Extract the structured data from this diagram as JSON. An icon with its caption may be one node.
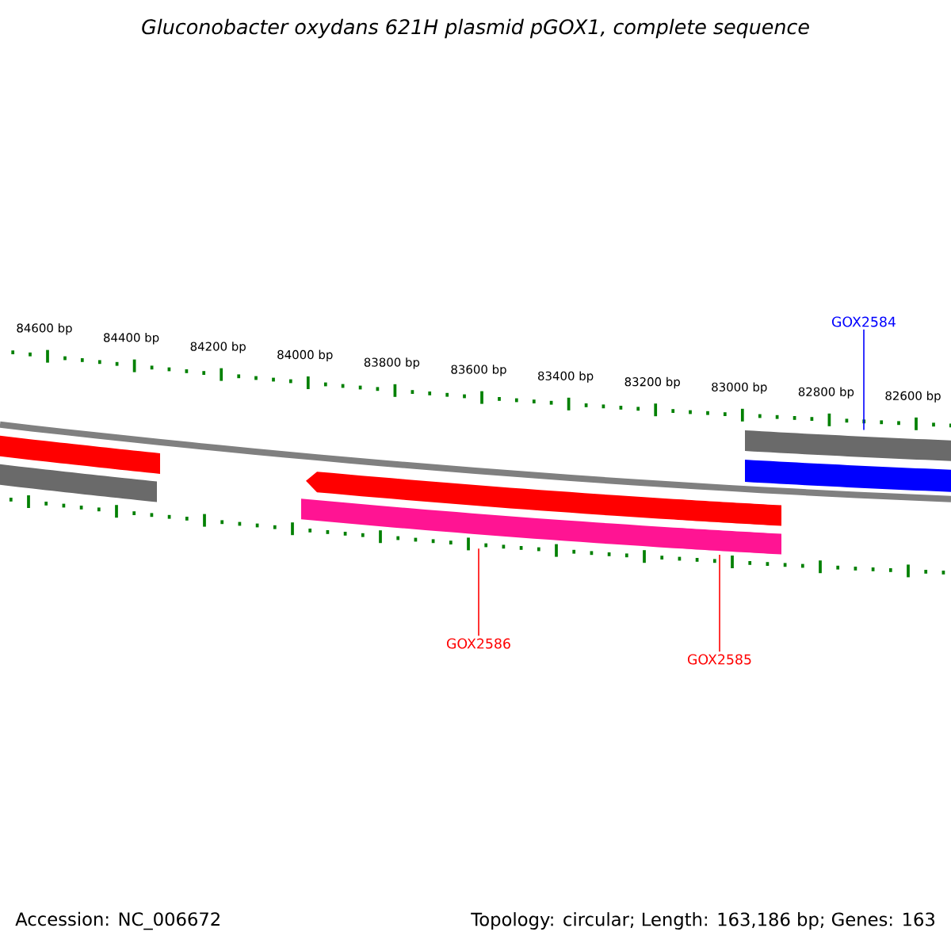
{
  "diagram": {
    "title": "Gluconobacter oxydans 621H plasmid pGOX1, complete sequence",
    "nodes": [
      {
        "text": [
          "GOX2584"
        ]
      },
      {
        "text": [],
        "shape": "bar"
      },
      {
        "text": [],
        "shape": "bar"
      },
      {
        "text": [],
        "shape": "bar"
      },
      {
        "text": [],
        "shape": "arrow"
      },
      {
        "text": [],
        "shape": "bar"
      },
      {
        "text": [],
        "shape": "bar"
      },
      {
        "text": [],
        "shape": "bar"
      },
      {
        "text": [],
        "shape": "bar"
      },
      {
        "text": [
          "GOX2586"
        ]
      },
      {
        "text": [
          "GOX2585"
        ]
      }
    ],
    "edges": [
      {
        "from": 0,
        "to": 1,
        "arrow": "none",
        "color": "#0000ff"
      },
      {
        "from": 9,
        "to": 7,
        "arrow": "none"
      },
      {
        "from": 10,
        "to": 8,
        "arrow": "none"
      }
    ],
    "labels": [
      "84600 bp",
      "84400 bp",
      "84200 bp",
      "84000 bp",
      "83800 bp",
      "83600 bp",
      "83400 bp",
      "83200 bp",
      "83000 bp",
      "82800 bp",
      "82600 bp",
      "Accession: NC_006672",
      "Topology: circular; Length: 163,186 bp; Genes: 163"
    ]
  }
}
